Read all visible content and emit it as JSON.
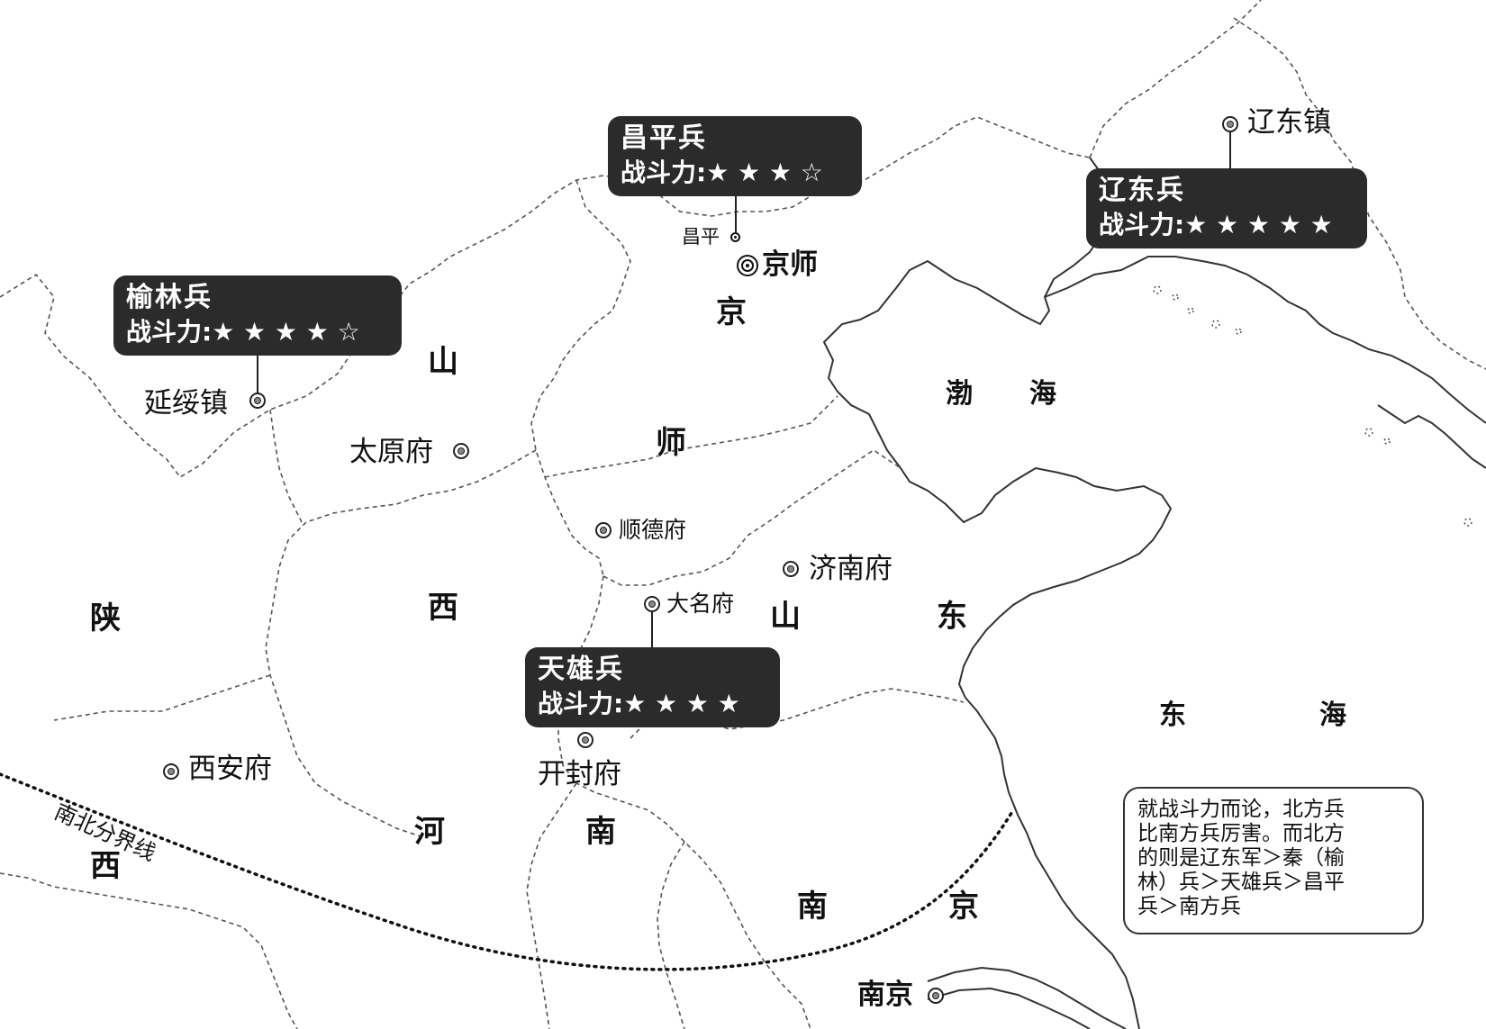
{
  "regions": {
    "jingshi_1": "京",
    "jingshi_2": "师",
    "shan_1": "山",
    "shan_2": "西",
    "shaan_1": "陕",
    "shaan_2": "西",
    "henan_1": "河",
    "henan_2": "南",
    "shandong_1": "山",
    "shandong_2": "东",
    "nanjing_1": "南",
    "nanjing_2": "京",
    "bohai_1": "渤",
    "bohai_2": "海",
    "donghai_1": "东",
    "donghai_2": "海"
  },
  "places": {
    "liaodong_town": "辽东镇",
    "yansui_town": "延绥镇",
    "changping": "昌平",
    "capital": "京师",
    "taiyuan": "太原府",
    "shunde": "顺德府",
    "jinan": "济南府",
    "daming": "大名府",
    "xian": "西安府",
    "kaifeng": "开封府",
    "nanjing_city": "南京"
  },
  "armies": {
    "changping": {
      "name": "昌平兵",
      "power": "战斗力:★ ★ ★ ☆"
    },
    "liaodong": {
      "name": "辽东兵",
      "power": "战斗力:★ ★ ★ ★ ★"
    },
    "yulin": {
      "name": "榆林兵",
      "power": "战斗力:★ ★ ★ ★ ☆"
    },
    "tianxiong": {
      "name": "天雄兵",
      "power": "战斗力:★ ★ ★ ★"
    }
  },
  "boundary_label": "南北分界线",
  "note": {
    "lines": [
      "就战斗力而论，北方兵",
      "比南方兵厉害。而北方",
      "的则是辽东军＞秦（榆",
      "林）兵＞天雄兵＞昌平",
      "兵＞南方兵"
    ]
  },
  "colors": {
    "box_fill": "#2b2b2b",
    "box_text": "#ffffff",
    "line": "#222222",
    "background": "#ffffff"
  }
}
